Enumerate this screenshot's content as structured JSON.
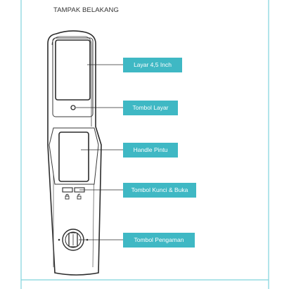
{
  "title": "TAMPAK BELAKANG",
  "colors": {
    "accent": "#3fb8c4",
    "frame": "#7fd3dc",
    "outline": "#2b2b2b"
  },
  "callouts": [
    {
      "label": "Layar 4,5 Inch"
    },
    {
      "label": "Tombol Layar"
    },
    {
      "label": "Handle Pintu"
    },
    {
      "label": "Tombol Kunci & Buka"
    },
    {
      "label": "Tombol Pengaman"
    }
  ]
}
